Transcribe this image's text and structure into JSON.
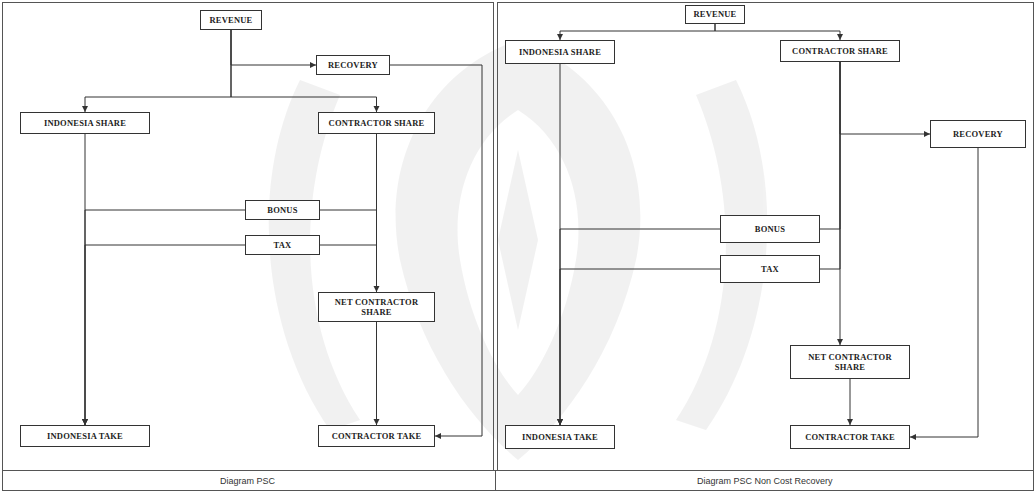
{
  "diagram": {
    "nodes": [
      {
        "text": [
          "REVENUE"
        ]
      },
      {
        "text": [
          "RECOVERY"
        ]
      },
      {
        "text": [
          "INDONESIA SHARE"
        ]
      },
      {
        "text": [
          "CONTRACTOR SHARE"
        ]
      },
      {
        "text": [
          "BONUS"
        ]
      },
      {
        "text": [
          "TAX"
        ]
      },
      {
        "text": [
          "NET CONTRACTOR SHARE"
        ]
      },
      {
        "text": [
          "INDONESIA TAKE"
        ]
      },
      {
        "text": [
          "CONTRACTOR TAKE"
        ]
      },
      {
        "text": [
          "REVENUE"
        ]
      },
      {
        "text": [
          "INDONESIA SHARE"
        ]
      },
      {
        "text": [
          "CONTRACTOR SHARE"
        ]
      },
      {
        "text": [
          "RECOVERY"
        ]
      },
      {
        "text": [
          "BONUS"
        ]
      },
      {
        "text": [
          "TAX"
        ]
      },
      {
        "text": [
          "NET CONTRACTOR SHARE"
        ]
      },
      {
        "text": [
          "INDONESIA TAKE"
        ]
      },
      {
        "text": [
          "CONTRACTOR TAKE"
        ]
      }
    ],
    "edges": [
      {
        "from": 0,
        "to": 1,
        "arrow": "to"
      },
      {
        "from": 0,
        "to": 2,
        "arrow": "to"
      },
      {
        "from": 0,
        "to": 3,
        "arrow": "to"
      },
      {
        "from": 1,
        "to": 8,
        "arrow": "to"
      },
      {
        "from": 3,
        "to": 4,
        "arrow": "none"
      },
      {
        "from": 3,
        "to": 5,
        "arrow": "none"
      },
      {
        "from": 3,
        "to": 6,
        "arrow": "to"
      },
      {
        "from": 4,
        "to": 7,
        "arrow": "to"
      },
      {
        "from": 5,
        "to": 7,
        "arrow": "to"
      },
      {
        "from": 2,
        "to": 7,
        "arrow": "to"
      },
      {
        "from": 6,
        "to": 8,
        "arrow": "to"
      },
      {
        "from": 9,
        "to": 10,
        "arrow": "to"
      },
      {
        "from": 9,
        "to": 11,
        "arrow": "to"
      },
      {
        "from": 11,
        "to": 13,
        "arrow": "none"
      },
      {
        "from": 11,
        "to": 14,
        "arrow": "none"
      },
      {
        "from": 11,
        "to": 12,
        "arrow": "to"
      },
      {
        "from": 11,
        "to": 15,
        "arrow": "to"
      },
      {
        "from": 12,
        "to": 17,
        "arrow": "to"
      },
      {
        "from": 13,
        "to": 16,
        "arrow": "to"
      },
      {
        "from": 14,
        "to": 16,
        "arrow": "to"
      },
      {
        "from": 10,
        "to": 16,
        "arrow": "to"
      },
      {
        "from": 15,
        "to": 17,
        "arrow": "to"
      }
    ],
    "labels": [
      "Diagram PSC",
      "Diagram PSC Non Cost Recovery"
    ]
  }
}
